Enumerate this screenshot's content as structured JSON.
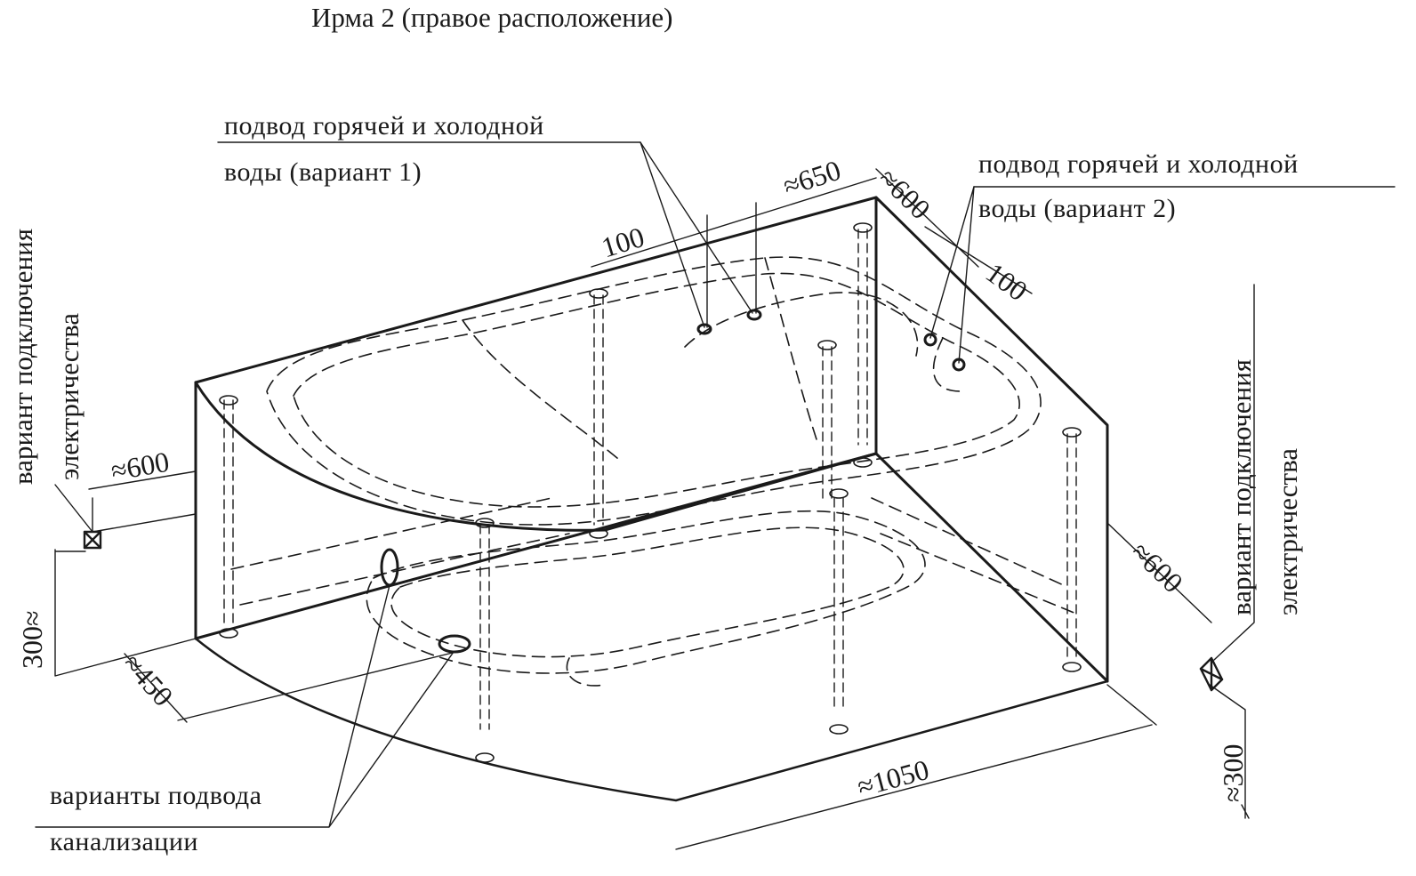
{
  "title": "Ирма 2 (правое расположение)",
  "labels": {
    "water_v1_line1": "подвод горячей и холодной",
    "water_v1_line2": "воды (вариант 1)",
    "water_v2_line1": "подвод горячей и холодной",
    "water_v2_line2": "воды (вариант 2)",
    "drain_line1": "варианты подвода",
    "drain_line2": "канализации",
    "elec_left_line1": "вариант подключения",
    "elec_left_line2": "электричества",
    "elec_right_line1": "вариант подключения",
    "elec_right_line2": "электричества"
  },
  "dimensions": {
    "d_650": "≈650",
    "d_100_top": "100",
    "d_600_top": "≈600",
    "d_100_right": "100",
    "d_600_left": "≈600",
    "d_300_left": "300≈",
    "d_450": "≈450",
    "d_1050": "≈1050",
    "d_600_right": "≈600",
    "d_300_right": "≈300"
  }
}
